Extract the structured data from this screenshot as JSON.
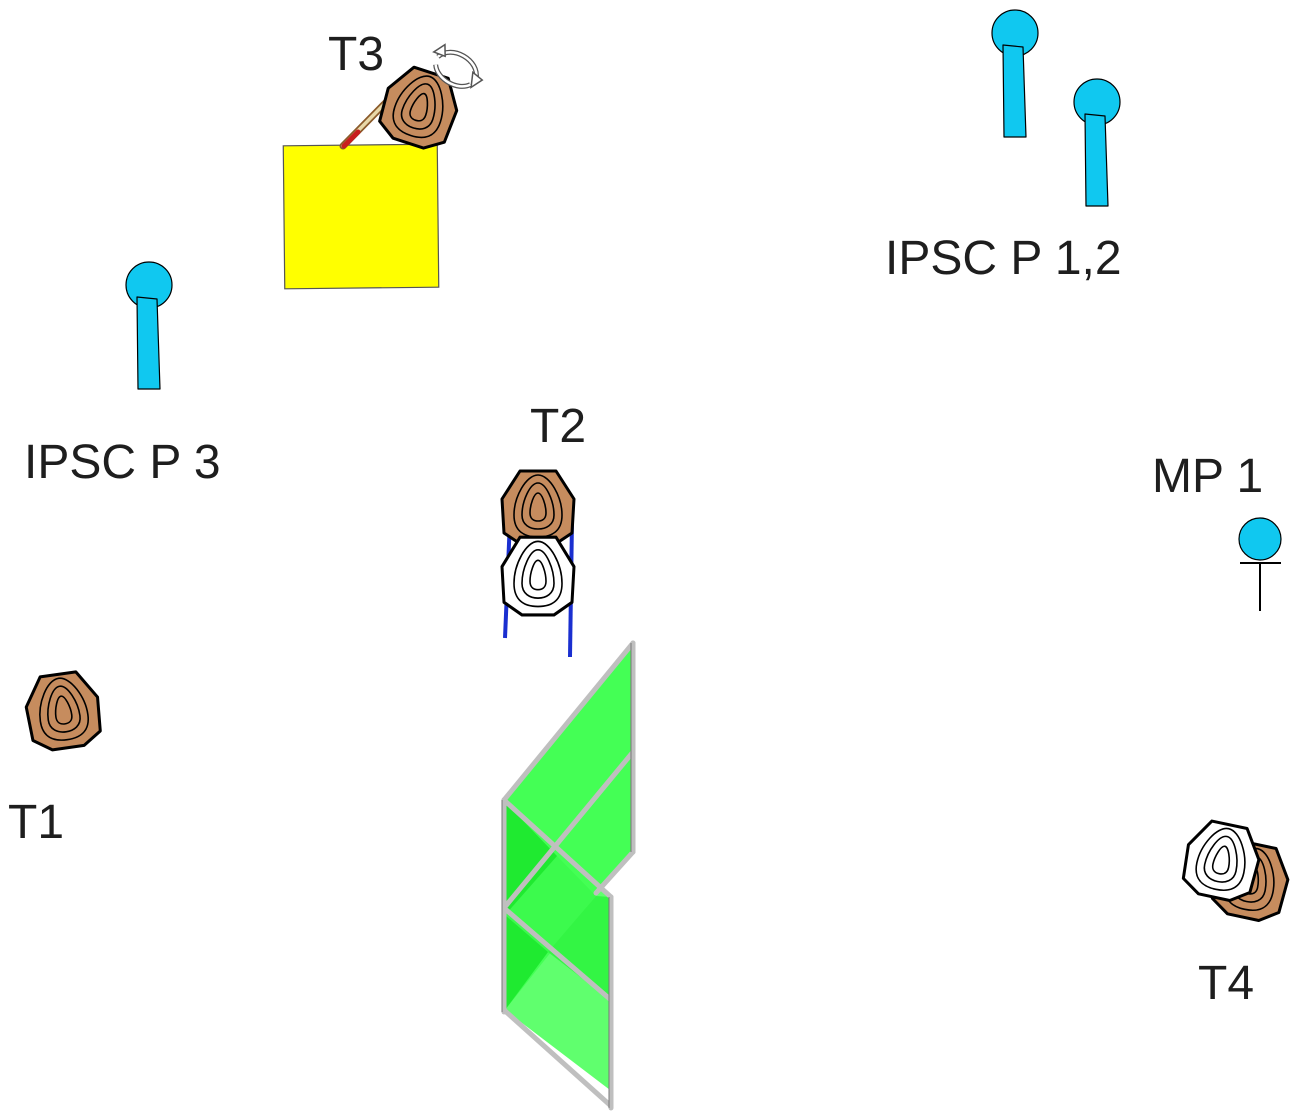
{
  "labels": {
    "t1": "T1",
    "t2": "T2",
    "t3": "T3",
    "t4": "T4",
    "ipsc_p_3": "IPSC P 3",
    "ipsc_p_12": "IPSC P 1,2",
    "mp_1": "MP 1"
  },
  "colors": {
    "brown_target": "#c68c5e",
    "white_target": "#ffffff",
    "popper": "#10c8f0",
    "barrel": "#ffff00",
    "wall": "#44ff55",
    "wall_dark": "#1cf02c",
    "frame": "#bfbfbf",
    "stand": "#1a2fd0",
    "swinger_arm": "#c81e1e"
  },
  "icons": {
    "rotation": "rotate-arrow-icon"
  }
}
